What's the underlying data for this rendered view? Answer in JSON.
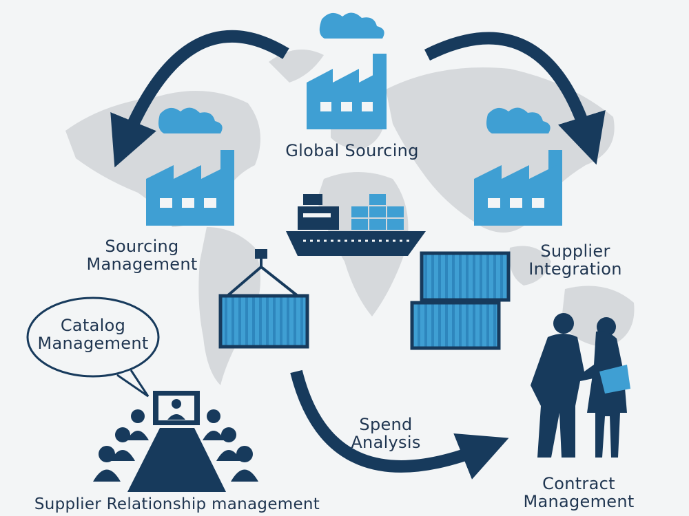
{
  "nodes": {
    "global_sourcing": {
      "label": "Global Sourcing"
    },
    "sourcing_management": {
      "line1": "Sourcing",
      "line2": "Management"
    },
    "supplier_integration": {
      "line1": "Supplier",
      "line2": "Integration"
    },
    "catalog_management": {
      "line1": "Catalog",
      "line2": "Management"
    },
    "spend_analysis": {
      "line1": "Spend",
      "line2": "Analysis"
    },
    "contract_management": {
      "line1": "Contract",
      "line2": "Management"
    },
    "supplier_relationship": {
      "label": "Supplier Relationship management"
    }
  },
  "colors": {
    "background": "#f3f5f6",
    "map": "#d6d9dc",
    "light_blue": "#3f9fd3",
    "dark_navy": "#173a5c",
    "text": "#1f3550"
  },
  "icons": [
    "factory-icon",
    "cargo-ship-icon",
    "shipping-container-icon",
    "handshake-icon",
    "meeting-table-icon",
    "speech-bubble-icon",
    "cycle-arrow-icon"
  ]
}
